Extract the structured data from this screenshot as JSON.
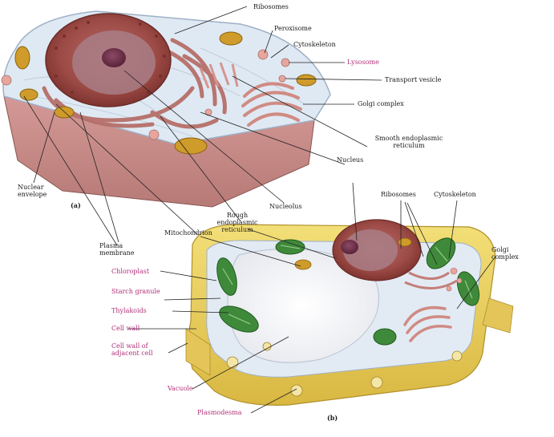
{
  "colors": {
    "animal_membrane": "#dfe9f3",
    "animal_cytosol_edge": "#c9d6e6",
    "animal_side": "#c68a86",
    "nucleus": "#9c4a45",
    "nucleolus": "#6e3149",
    "er": "#b66f6a",
    "mitochondrion": "#cf9b2a",
    "cell_wall": "#e9cf5a",
    "chloroplast": "#3f8a3a",
    "vacuole": "#f4f4f6",
    "label_black": "#1a1a1a",
    "label_pink": "#b0307a",
    "leader_line": "#222222"
  },
  "animal_cell": {
    "panel_label": "(a)",
    "labels": {
      "ribosomes": "Ribosomes",
      "peroxisome": "Peroxisome",
      "cytoskeleton": "Cytoskeleton",
      "lysosome": "Lysosome",
      "transport_vesicle": "Transport vesicle",
      "golgi_complex": "Golgi complex",
      "smooth_er": "Smooth endoplasmic reticulum",
      "nucleus": "Nucleus",
      "nuclear_envelope": "Nuclear envelope",
      "nucleolus": "Nucleolus",
      "rough_er": "Rough endoplasmic reticulum",
      "mitochondrion": "Mitochondrion",
      "plasma_membrane": "Plasma membrane"
    }
  },
  "plant_cell": {
    "panel_label": "(b)",
    "labels": {
      "ribosomes": "Ribosomes",
      "cytoskeleton": "Cytoskeleton",
      "golgi_complex": "Golgi complex",
      "chloroplast": "Chloroplast",
      "starch_granule": "Starch granule",
      "thylakoids": "Thylakoids",
      "cell_wall": "Cell wall",
      "cell_wall_adjacent": "Cell wall of adjacent cell",
      "vacuole": "Vacuole",
      "plasmodesma": "Plasmodesma"
    }
  }
}
